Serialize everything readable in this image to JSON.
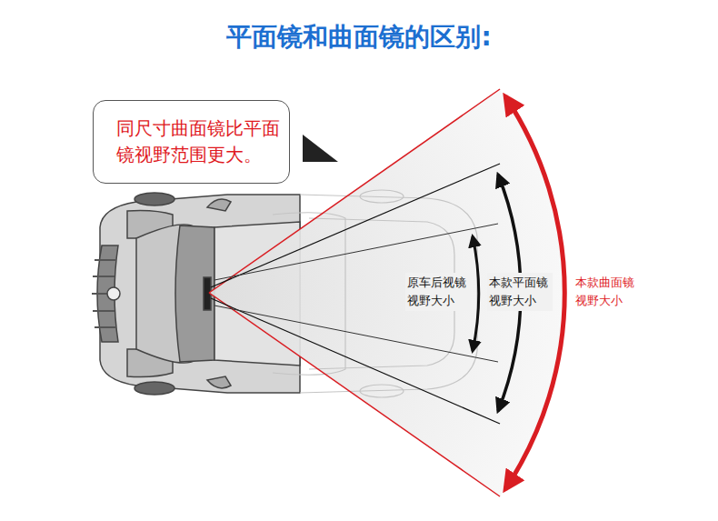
{
  "diagram": {
    "title": "平面镜和曲面镜的区别:",
    "nodes": [
      {
        "text": [
          "同尺寸曲面镜比平面镜视野范围更大。"
        ]
      }
    ],
    "labels": [
      "原车后视镜视野大小",
      "本款平面镜视野大小",
      "本款曲面镜视野大小"
    ]
  }
}
